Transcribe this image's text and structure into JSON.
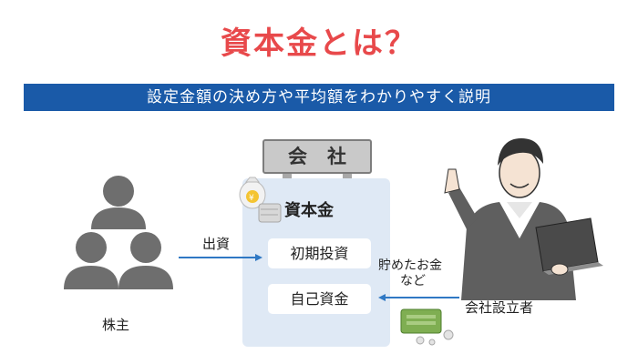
{
  "title": "資本金とは？",
  "banner": "設定金額の決め方や平均額をわかりやすく説明",
  "sign": "会社",
  "company": {
    "label": "資本金",
    "box_top": "初期投資",
    "box_bottom": "自己資金"
  },
  "shareholders": {
    "label": "株主"
  },
  "arrow_left": {
    "label": "出資"
  },
  "arrow_right": {
    "label_line1": "貯めたお金",
    "label_line2": "など"
  },
  "founder": {
    "label": "会社設立者"
  },
  "colors": {
    "title": "#e8494b",
    "banner": "#1a5aa8",
    "arrow": "#2f78c4",
    "company_bg": "#dfe9f5"
  }
}
